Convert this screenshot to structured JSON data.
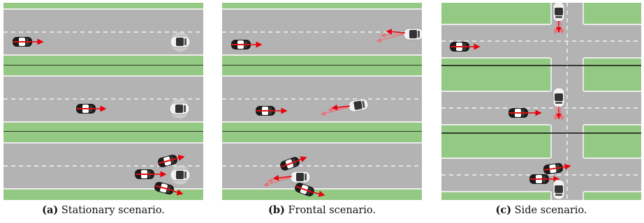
{
  "figure": {
    "panels": [
      {
        "id": "a",
        "label": "(a)",
        "caption": "Stationary scenario."
      },
      {
        "id": "b",
        "label": "(b)",
        "caption": "Frontal scenario."
      },
      {
        "id": "c",
        "label": "(c)",
        "caption": "Side scenario."
      }
    ],
    "colors": {
      "road": "#b3b3b3",
      "grass": "#94c983",
      "lane_marking": "#ffffff",
      "divider": "#111111",
      "ego_car": "#1a1a1a",
      "target_car": "#f2f2f2",
      "arrow": "#e8000d"
    }
  }
}
